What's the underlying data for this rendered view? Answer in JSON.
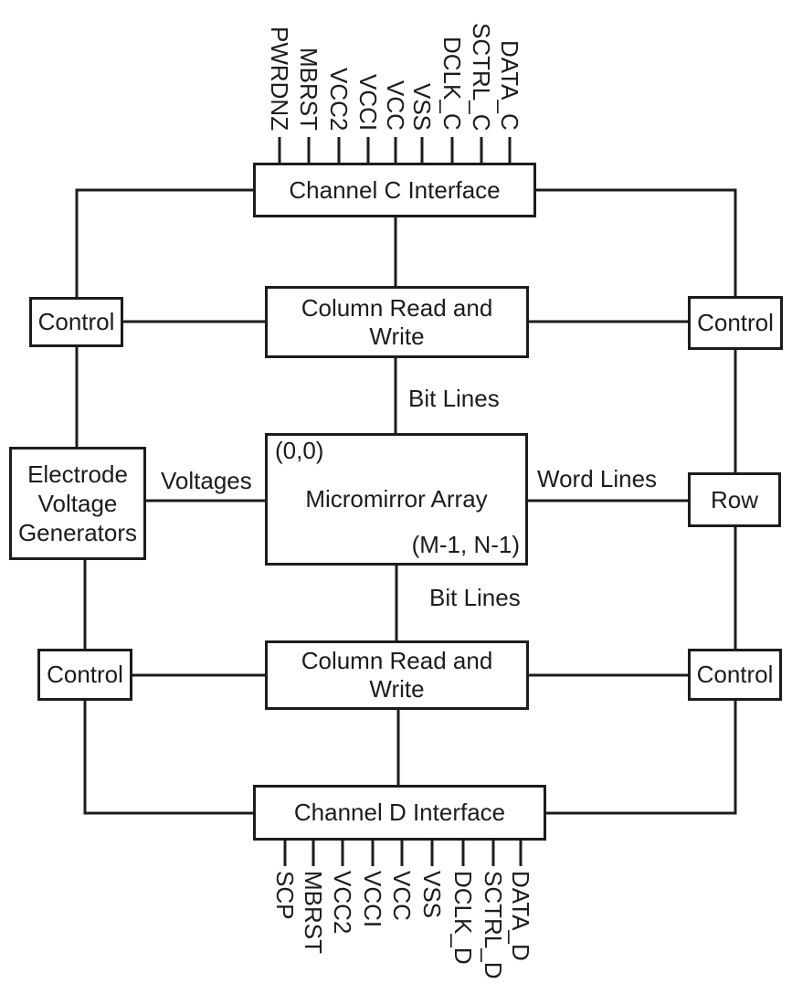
{
  "diagram": {
    "background": "#ffffff",
    "line_color": "#1c1c1c",
    "blocks": {
      "channel_c_interface": {
        "label": "Channel C Interface"
      },
      "control_top_left": {
        "label": "Control"
      },
      "column_read_write_top": {
        "label_line1": "Column Read and",
        "label_line2": "Write"
      },
      "control_top_right": {
        "label": "Control"
      },
      "electrode_voltage_generators": {
        "label_line1": "Electrode",
        "label_line2": "Voltage",
        "label_line3": "Generators"
      },
      "micromirror_array": {
        "origin_label": "(0,0)",
        "label": "Micromirror Array",
        "extent_label": "(M-1, N-1)"
      },
      "row": {
        "label": "Row"
      },
      "control_bottom_left": {
        "label": "Control"
      },
      "column_read_write_bottom": {
        "label_line1": "Column Read and",
        "label_line2": "Write"
      },
      "control_bottom_right": {
        "label": "Control"
      },
      "channel_d_interface": {
        "label": "Channel D Interface"
      }
    },
    "connection_labels": {
      "bit_lines_top": "Bit Lines",
      "bit_lines_bottom": "Bit Lines",
      "voltages": "Voltages",
      "word_lines": "Word Lines"
    },
    "top_pins": [
      "PWRDNZ",
      "MBRST",
      "VCC2",
      "VCCI",
      "VCC",
      "VSS",
      "DCLK_C",
      "SCTRL_C",
      "DATA_C"
    ],
    "bottom_pins": [
      "SCP",
      "MBRST",
      "VCC2",
      "VCCI",
      "VCC",
      "VSS",
      "DCLK_D",
      "SCTRL_D",
      "DATA_D"
    ]
  }
}
